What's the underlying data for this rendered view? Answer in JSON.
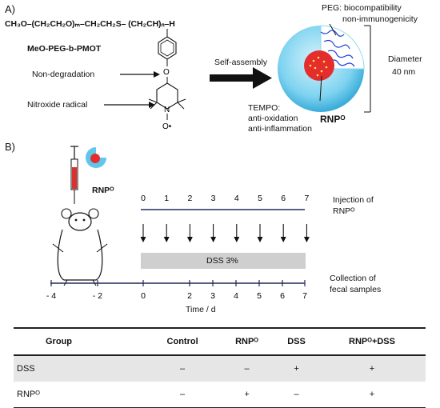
{
  "panelA": {
    "label": "A)",
    "formula": "CH₃O–(CH₂CH₂O)ₘ–CH₂CH₂S– (CH₂CH)ₙ–H",
    "polymer_name": "MeO-PEG-b-PMOT",
    "non_degradation": "Non-degradation",
    "nitroxide": "Nitroxide radical",
    "self_assembly": "Self-assembly",
    "peg_label": "PEG: biocompatibility",
    "peg_label2": "non-immunogenicity",
    "diameter": "Diameter",
    "diameter_val": "40 nm",
    "tempo1": "TEMPO:",
    "tempo2": "anti-oxidation",
    "tempo3": "anti-inflammation",
    "rnp": "RNPᴼ",
    "n_atom": "N",
    "o_atom": "O",
    "o_radical": "O•"
  },
  "panelB": {
    "label": "B)",
    "rnp": "RNPᴼ",
    "injection1": "Injection of",
    "injection2": "RNPᴼ",
    "dss_bar": "DSS 3%",
    "collection1": "Collection of",
    "collection2": "fecal samples",
    "time_label": "Time / d",
    "top_ticks": [
      "0",
      "1",
      "2",
      "3",
      "4",
      "5",
      "6",
      "7"
    ],
    "bottom_ticks": [
      "- 4",
      "- 2",
      "0",
      "2",
      "3",
      "4",
      "5",
      "6",
      "7"
    ]
  },
  "table": {
    "headers": [
      "Group",
      "Control",
      "RNPᴼ",
      "DSS",
      "RNPᴼ+DSS"
    ],
    "rows": [
      [
        "DSS",
        "–",
        "–",
        "+",
        "+"
      ],
      [
        "RNPᴼ",
        "–",
        "+",
        "–",
        "+"
      ]
    ]
  }
}
